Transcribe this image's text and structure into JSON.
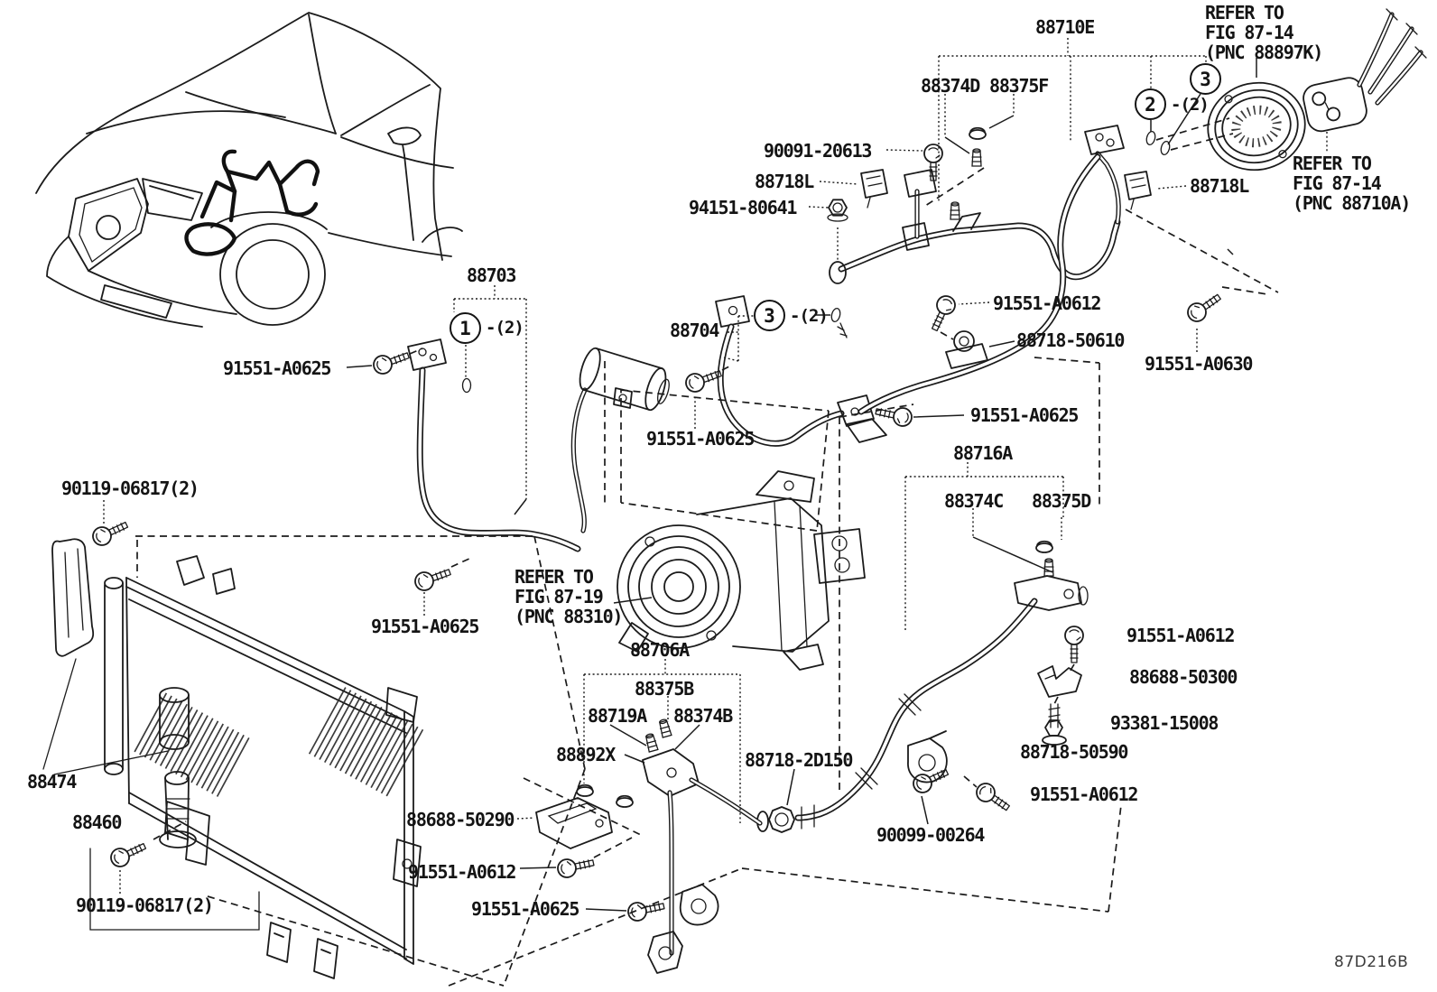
{
  "diagram": {
    "code": "87D216B"
  },
  "notes": [
    {
      "line1": "REFER TO",
      "line2": "FIG 87-14",
      "line3": "(PNC 88897K)"
    },
    {
      "line1": "REFER TO",
      "line2": "FIG 87-14",
      "line3": "(PNC 88710A)"
    },
    {
      "line1": "REFER TO",
      "line2": "FIG 87-19",
      "line3": "(PNC 88310)"
    }
  ],
  "callouts": [
    {
      "num": "1",
      "suffix": "-(2)"
    },
    {
      "num": "2",
      "suffix": "-(2)"
    },
    {
      "num": "3",
      "suffix": ""
    },
    {
      "num": "3",
      "suffix": "-(2)"
    }
  ],
  "labels": [
    {
      "text": "88710E"
    },
    {
      "text": "88374D"
    },
    {
      "text": "88375F"
    },
    {
      "text": "90091-20613"
    },
    {
      "text": "88718L"
    },
    {
      "text": "94151-80641"
    },
    {
      "text": "88718L"
    },
    {
      "text": "91551-A0612"
    },
    {
      "text": "88718-50610"
    },
    {
      "text": "91551-A0630"
    },
    {
      "text": "88703"
    },
    {
      "text": "91551-A0625"
    },
    {
      "text": "88704"
    },
    {
      "text": "91551-A0625"
    },
    {
      "text": "91551-A0625"
    },
    {
      "text": "88716A"
    },
    {
      "text": "88374C"
    },
    {
      "text": "88375D"
    },
    {
      "text": "90119-06817(2)"
    },
    {
      "text": "91551-A0625"
    },
    {
      "text": "88706A"
    },
    {
      "text": "88375B"
    },
    {
      "text": "88719A"
    },
    {
      "text": "88374B"
    },
    {
      "text": "88892X"
    },
    {
      "text": "88718-2D150"
    },
    {
      "text": "88474"
    },
    {
      "text": "88460"
    },
    {
      "text": "88688-50290"
    },
    {
      "text": "91551-A0612"
    },
    {
      "text": "91551-A0625"
    },
    {
      "text": "90119-06817(2)"
    },
    {
      "text": "91551-A0612"
    },
    {
      "text": "88688-50300"
    },
    {
      "text": "93381-15008"
    },
    {
      "text": "88718-50590"
    },
    {
      "text": "91551-A0612"
    },
    {
      "text": "90099-00264"
    }
  ]
}
